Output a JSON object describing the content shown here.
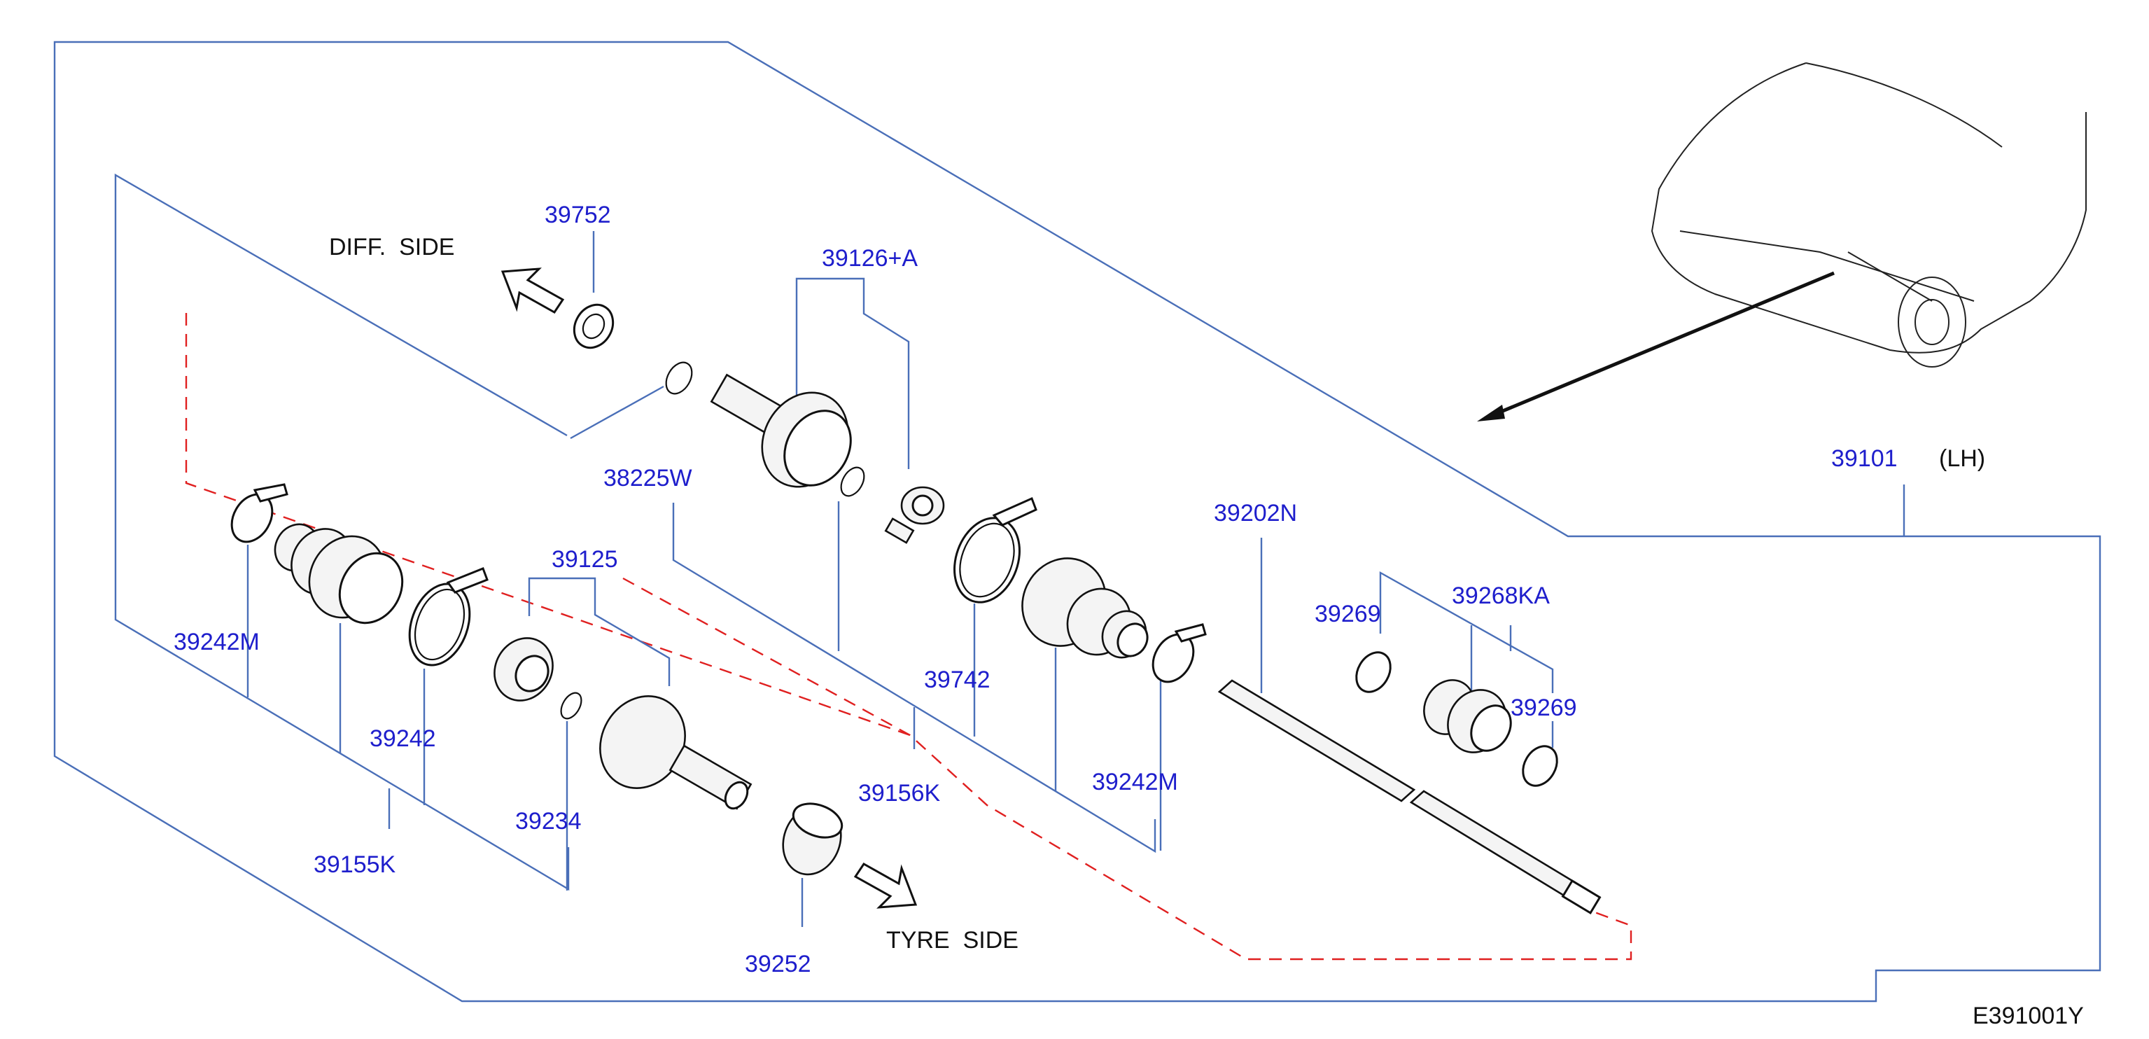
{
  "diagram_code": "E391001Y",
  "assembly": {
    "number": "39101",
    "side": "(LH)"
  },
  "directions": {
    "diff_side": "DIFF.  SIDE",
    "tyre_side": "TYRE  SIDE"
  },
  "colors": {
    "part_number": "#1e1ecc",
    "leader": "#4a6fb8",
    "dashed_group": "#e02020",
    "ink": "#111111"
  },
  "parts": {
    "p39752": "39752",
    "p39126A": "39126+A",
    "p38225W": "38225W",
    "p39125": "39125",
    "p39242M_left": "39242M",
    "p39242": "39242",
    "p39155K": "39155K",
    "p39234": "39234",
    "p39742": "39742",
    "p39156K": "39156K",
    "p39242M_right": "39242M",
    "p39202N": "39202N",
    "p39269_top": "39269",
    "p39268KA": "39268KA",
    "p39269_bottom": "39269",
    "p39252": "39252"
  }
}
